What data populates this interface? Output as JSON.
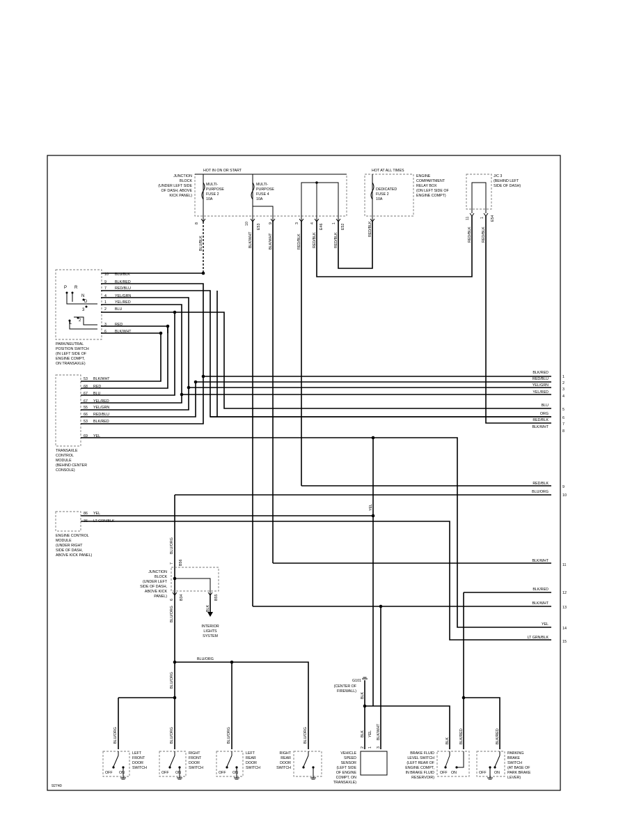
{
  "junction_block_top": {
    "hot_label": "HOT IN ON OR START",
    "name": [
      "JUNCTION",
      "BLOCK",
      "(UNDER LEFT SIDE",
      "OF DASH, ABOVE",
      "KICK PANEL)"
    ],
    "fuse_a": [
      "MULTI-",
      "PURPOSE",
      "FUSE 2",
      "10A"
    ],
    "fuse_b": [
      "MULTI-",
      "PURPOSE",
      "FUSE 4",
      "10A"
    ]
  },
  "relay_box": {
    "hot_label": "HOT AT ALL TIMES",
    "fuse": [
      "DEDICATED",
      "FUSE 2",
      "10A"
    ],
    "name": [
      "ENGINE",
      "COMPARTMENT",
      "RELAY BOX",
      "(ON LEFT SIDE OF",
      "ENGINE COMPT)"
    ]
  },
  "jc3": {
    "name": [
      "J/C 3",
      "(BEHIND LEFT",
      "SIDE OF DASH)"
    ]
  },
  "top_wires": [
    {
      "name": "BLU/BLK",
      "pin": "8"
    },
    {
      "name": "BLK/WHT",
      "pin": "10"
    },
    {
      "name": "BLK/WHT",
      "pin": "9"
    },
    {
      "name": "RED/BLK",
      "pin": "3"
    },
    {
      "name": "RED/BLK",
      "pin": "4"
    },
    {
      "name": "RED/BLK",
      "pin": "1"
    },
    {
      "name": "RED/BLK",
      "pin": "1"
    },
    {
      "name": "RED/BLK",
      "pin": "11"
    },
    {
      "name": "RED/BLK",
      "pin": "1"
    }
  ],
  "connector_tags": [
    "E53",
    "E46",
    "E52",
    "E54"
  ],
  "pn_switch": {
    "name": [
      "PARK/NEUTRAL",
      "POSITION SWITCH",
      "(IN LEFT SIDE OF",
      "ENGINE COMPT,",
      "ON TRANSAXLE)"
    ],
    "positions": [
      "P",
      "R",
      "N",
      "D",
      "3",
      "2",
      "L"
    ],
    "pins": [
      {
        "pin": "10",
        "wire": "BLU/BLK"
      },
      {
        "pin": "9",
        "wire": "BLK/RED"
      },
      {
        "pin": "7",
        "wire": "RED/BLU"
      },
      {
        "pin": "4",
        "wire": "YEL/GRN"
      },
      {
        "pin": "1",
        "wire": "YEL/RED"
      },
      {
        "pin": "2",
        "wire": "BLU"
      },
      {
        "pin": "3",
        "wire": "RED"
      },
      {
        "pin": "6",
        "wire": "BLK/WHT"
      }
    ]
  },
  "tcm": {
    "name": [
      "TRANSAXLE",
      "CONTROL",
      "MODULE",
      "(BEHIND CENTER",
      "CONSOLE)"
    ],
    "pins": [
      {
        "pin": "53",
        "wire": "BLK/WHT"
      },
      {
        "pin": "68",
        "wire": "RED"
      },
      {
        "pin": "67",
        "wire": "BLU"
      },
      {
        "pin": "67",
        "wire": "YEL/RED"
      },
      {
        "pin": "55",
        "wire": "YEL/GRN"
      },
      {
        "pin": "66",
        "wire": "RED/BLU"
      },
      {
        "pin": "53",
        "wire": "BLK/RED"
      },
      {
        "pin": "69",
        "wire": "YEL"
      }
    ]
  },
  "ecm": {
    "name": [
      "ENGINE CONTROL",
      "MODULE",
      "(UNDER RIGHT",
      "SIDE OF DASH,",
      "ABOVE KICK PANEL)"
    ],
    "pins": [
      {
        "pin": "86",
        "wire": "YEL"
      },
      {
        "pin": "36",
        "wire": "LT GRN/BLK"
      }
    ]
  },
  "right_outputs": [
    {
      "wire": "BLK/RED",
      "num": "1"
    },
    {
      "wire": "RED/BLU",
      "num": "2"
    },
    {
      "wire": "YEL/GRN",
      "num": "3"
    },
    {
      "wire": "YEL/RED",
      "num": "4"
    },
    {
      "wire": "BLU",
      "num": "5"
    },
    {
      "wire": "ORG",
      "num": "6"
    },
    {
      "wire": "RED/BLK",
      "num": "7"
    },
    {
      "wire": "BLK/WHT",
      "num": "8"
    },
    {
      "wire": "RED/BLK",
      "num": "9"
    },
    {
      "wire": "BLU/ORG",
      "num": "10"
    },
    {
      "wire": "BLK/WHT",
      "num": "11"
    },
    {
      "wire": "BLK/RED",
      "num": "12"
    },
    {
      "wire": "BLK/WHT",
      "num": "13"
    },
    {
      "wire": "YEL",
      "num": "14"
    },
    {
      "wire": "LT GRN/BLK",
      "num": "15"
    }
  ],
  "junction_block_mid": {
    "name": [
      "JUNCTION",
      "BLOCK",
      "(UNDER LEFT",
      "SIDE OF DASH,",
      "ABOVE KICK",
      "PANEL)"
    ],
    "pins": [
      "7",
      "6",
      "8"
    ],
    "tags": [
      "B56",
      "B34",
      "B55"
    ]
  },
  "interior": {
    "label": [
      "INTERIOR",
      "LIGHTS",
      "SYSTEM"
    ],
    "wire": "BLK"
  },
  "wire_labels": {
    "yel_vertical": "YEL",
    "bluorg_vertical": "BLU/ORG",
    "bluorg_bus": "BLU/ORG",
    "ground_wire": "BLK"
  },
  "ground": {
    "tag": "G101",
    "name": [
      "(CENTER OF",
      "FIREWALL)"
    ]
  },
  "door_switches": [
    {
      "name": [
        "LEFT",
        "FRONT",
        "DOOR",
        "SWITCH"
      ],
      "wire": "BLU/ORG"
    },
    {
      "name": [
        "RIGHT",
        "FRONT",
        "DOOR",
        "SWITCH"
      ],
      "wire": "BLU/ORG"
    },
    {
      "name": [
        "LEFT",
        "REAR",
        "DOOR",
        "SWITCH"
      ],
      "wire": "BLU/ORG"
    },
    {
      "name": [
        "RIGHT",
        "REAR",
        "DOOR",
        "SWITCH"
      ],
      "wire": "BLU/ORG"
    }
  ],
  "switch_off": "OFF",
  "switch_on": "ON",
  "vss": {
    "name": [
      "VEHICLE",
      "SPEED",
      "SENSOR",
      "(LEFT SIDE",
      "OF ENGINE",
      "COMPT, ON",
      "TRANSAXLE)"
    ],
    "wires": [
      "BLK",
      "YEL",
      "BLK/WHT"
    ],
    "pins": [
      "2",
      "1",
      "3"
    ]
  },
  "brake_fluid": {
    "name": [
      "BRAKE FLUID",
      "LEVEL SWITCH",
      "(LEFT REAR OF",
      "ENGINE COMPT,",
      "IN BRAKE FLUID",
      "RESERVOIR)"
    ],
    "wires": [
      "BLK",
      "BLK/RED"
    ]
  },
  "parking_brake": {
    "name": [
      "PARKING",
      "BRAKE",
      "SWITCH",
      "(AT BASE OF",
      "PARK BRAKE",
      "LEVER)"
    ],
    "wire": "BLK/RED"
  },
  "figure_id": "92740"
}
